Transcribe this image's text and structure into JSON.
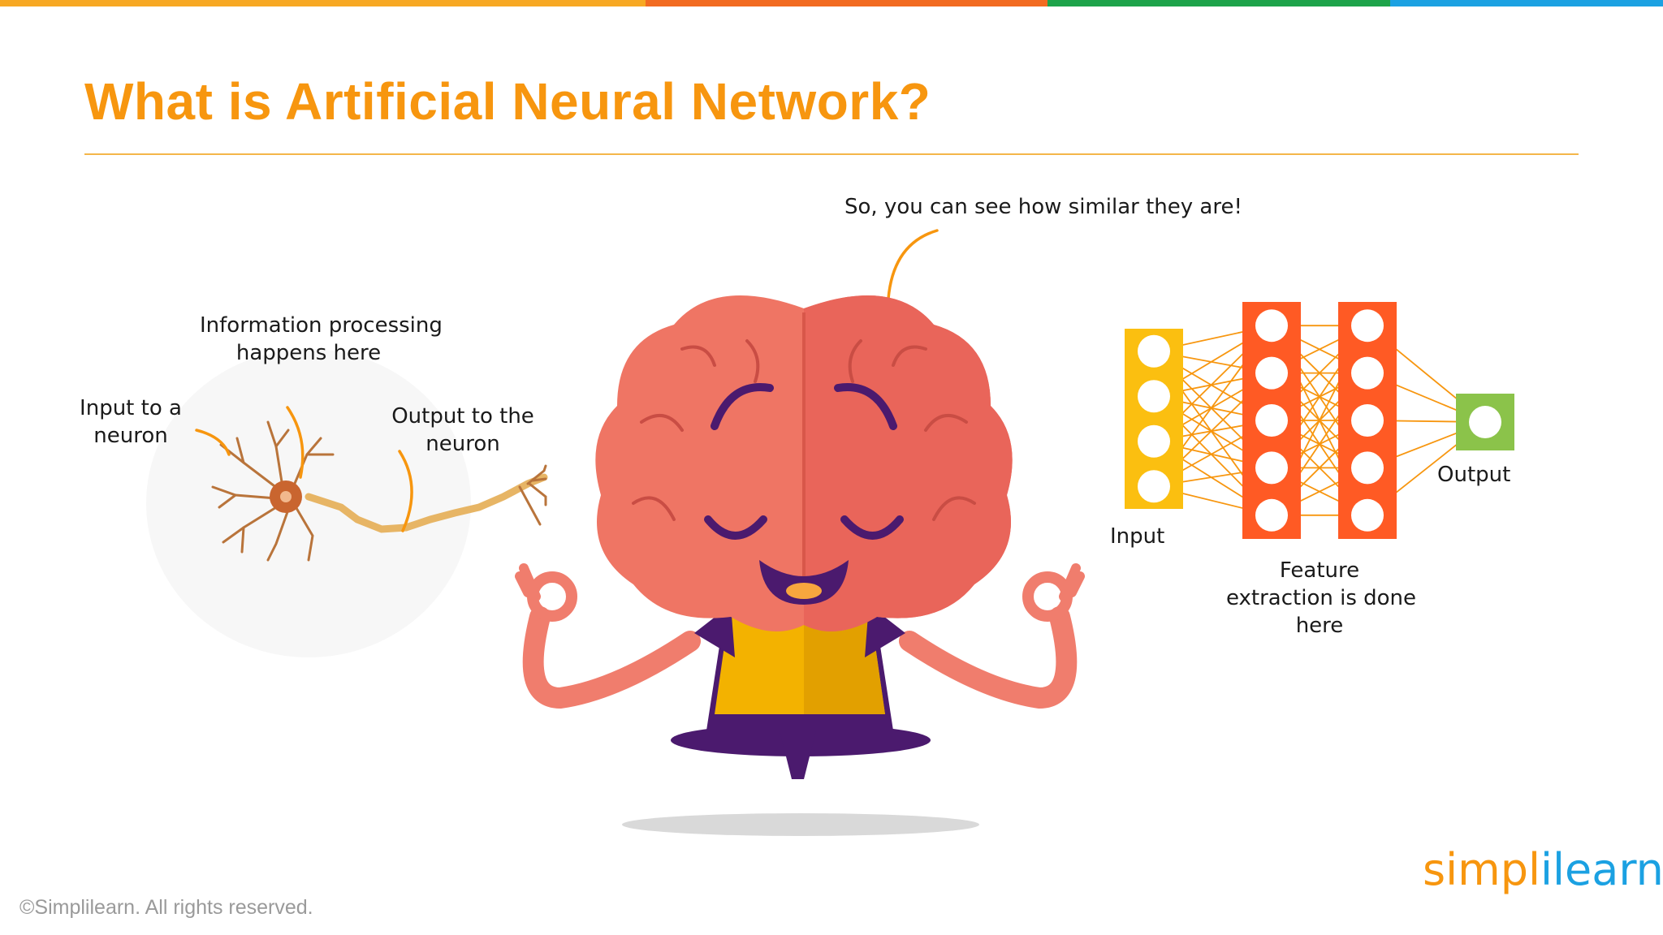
{
  "colors": {
    "title": "#f7960f",
    "bar": [
      "#f7a823",
      "#f26b21",
      "#1ea34a",
      "#1ba1e2"
    ],
    "input_layer": "#fbbf10",
    "hidden_layer": "#ff5a24",
    "output_layer": "#8bc34a",
    "connector": "#f7960f"
  },
  "slide": {
    "title": "What is Artificial Neural Network?"
  },
  "labels": {
    "similar": "So, you can see how similar they are!",
    "processing": [
      "Information processing",
      "happens here"
    ],
    "input_neuron": [
      "Input to a",
      "neuron"
    ],
    "output_neuron": [
      "Output to the",
      "neuron"
    ],
    "nn_input": "Input",
    "nn_output": "Output",
    "feature": [
      "Feature",
      "extraction is done",
      "here"
    ]
  },
  "network": {
    "layers": [
      4,
      5,
      5,
      1
    ]
  },
  "footer": {
    "copyright": "©Simplilearn. All rights reserved.",
    "logo_part1": "simpl",
    "logo_part2": "ilearn"
  }
}
